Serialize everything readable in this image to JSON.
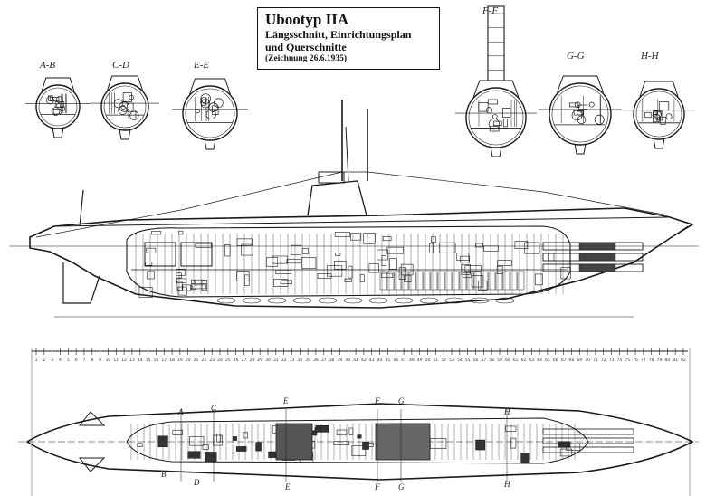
{
  "title": {
    "line1": "Ubootyp IIA",
    "line2": "Längsschnitt, Einrichtungsplan",
    "line3": "und Querschnitte",
    "line4": "(Zeichnung 26.6.1935)"
  },
  "sections": [
    "A-B",
    "C-D",
    "E-E",
    "F-F",
    "G-G",
    "H-H"
  ],
  "plan_markers": {
    "top": [
      "A",
      "C",
      "E",
      "F",
      "G",
      "H"
    ],
    "bottom": [
      "B",
      "D",
      "E",
      "F",
      "G",
      "H"
    ]
  },
  "scale_numbers": [
    "1",
    "2",
    "3",
    "4",
    "5",
    "6",
    "7",
    "8",
    "9",
    "10",
    "11",
    "12",
    "13",
    "14",
    "15",
    "16",
    "17",
    "18",
    "19",
    "20",
    "21",
    "22",
    "23",
    "24",
    "25",
    "26",
    "27",
    "28",
    "29",
    "30",
    "31",
    "32",
    "33",
    "34",
    "35",
    "36",
    "37",
    "38",
    "39",
    "40",
    "41",
    "42",
    "43",
    "44",
    "45",
    "46",
    "47",
    "48",
    "49",
    "50",
    "51",
    "52",
    "53",
    "54",
    "55",
    "56",
    "57",
    "58",
    "59",
    "60",
    "61",
    "62",
    "63",
    "64",
    "65",
    "66",
    "67",
    "68",
    "69",
    "70",
    "71",
    "72",
    "73",
    "74",
    "75",
    "76",
    "77",
    "78",
    "79",
    "80",
    "81",
    "82"
  ]
}
